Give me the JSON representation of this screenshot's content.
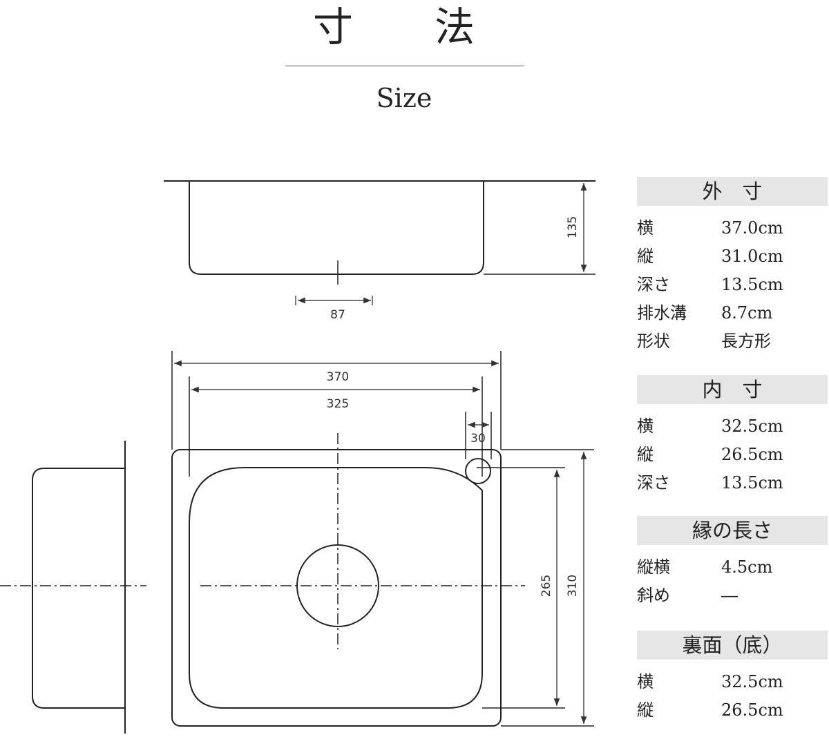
{
  "title": "寸　法",
  "subtitle": "Size",
  "drawing": {
    "side_depth": "135",
    "drain_width": "87",
    "outer_width": "370",
    "inner_width": "325",
    "overflow_width": "30",
    "inner_depth": "265",
    "outer_depth": "310"
  },
  "specs": [
    {
      "heading": "外　寸",
      "rows": [
        {
          "label": "横",
          "value": "37.0cm"
        },
        {
          "label": "縦",
          "value": "31.0cm"
        },
        {
          "label": "深さ",
          "value": "13.5cm"
        },
        {
          "label": "排水溝",
          "value": "8.7cm"
        },
        {
          "label": "形状",
          "value": "長方形"
        }
      ]
    },
    {
      "heading": "内　寸",
      "rows": [
        {
          "label": "横",
          "value": "32.5cm"
        },
        {
          "label": "縦",
          "value": "26.5cm"
        },
        {
          "label": "深さ",
          "value": "13.5cm"
        }
      ]
    },
    {
      "heading": "縁の長さ",
      "rows": [
        {
          "label": "縦横",
          "value": "4.5cm"
        },
        {
          "label": "斜め",
          "value": "―"
        }
      ]
    },
    {
      "heading": "裏面（底）",
      "rows": [
        {
          "label": "横",
          "value": "32.5cm"
        },
        {
          "label": "縦",
          "value": "26.5cm"
        }
      ]
    }
  ]
}
